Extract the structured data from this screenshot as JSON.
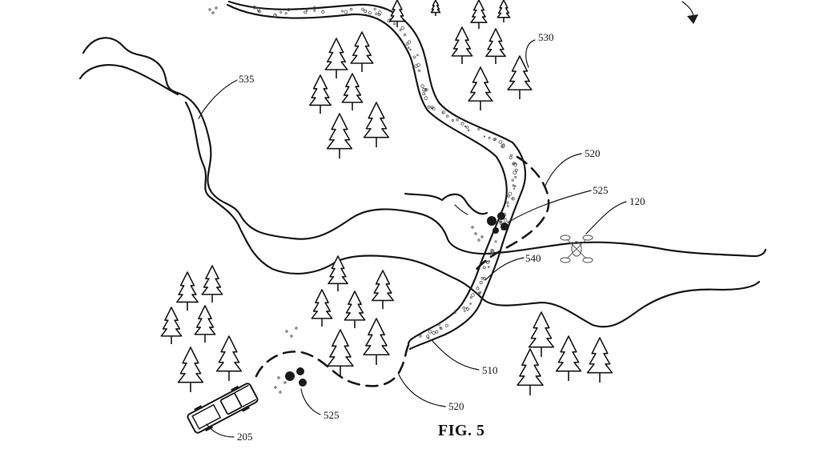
{
  "figure": {
    "caption": "FIG. 5",
    "reference_labels": {
      "trees_top": "530",
      "river": "535",
      "path_top": "520",
      "marker_top": "525",
      "drone": "120",
      "trail": "540",
      "stream": "510",
      "path_bottom": "520",
      "marker_bottom": "525",
      "vehicle": "205"
    }
  }
}
